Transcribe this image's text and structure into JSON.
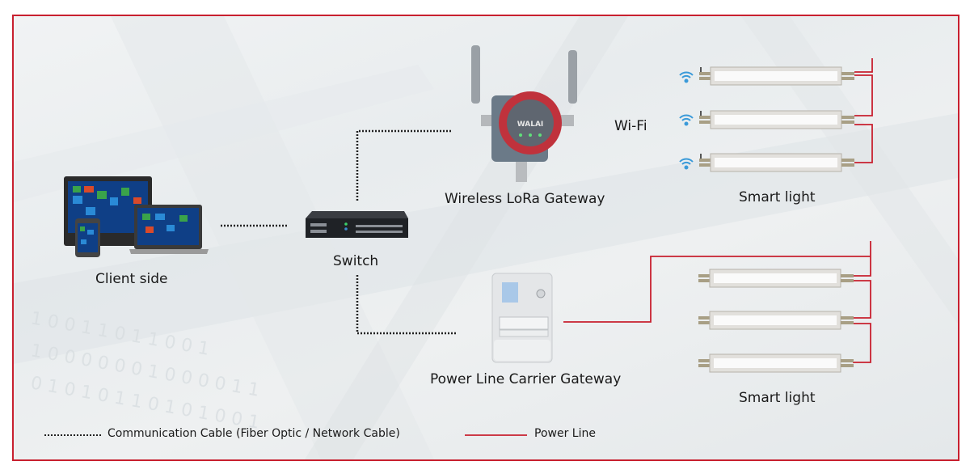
{
  "diagram": {
    "nodes": {
      "client": {
        "label": "Client side"
      },
      "switch": {
        "label": "Switch"
      },
      "lora_gateway": {
        "label": "Wireless LoRa Gateway",
        "brand_text": "WALAI"
      },
      "plc_gateway": {
        "label": "Power Line Carrier Gateway"
      },
      "smart_light_top": {
        "label": "Smart light",
        "count": 3
      },
      "smart_light_bottom": {
        "label": "Smart light",
        "count": 3
      }
    },
    "link_labels": {
      "wifi": "Wi-Fi"
    },
    "edges": [
      {
        "from": "client",
        "to": "switch",
        "type": "communication"
      },
      {
        "from": "switch",
        "to": "lora_gateway",
        "type": "communication"
      },
      {
        "from": "switch",
        "to": "plc_gateway",
        "type": "communication"
      },
      {
        "from": "lora_gateway",
        "to": "smart_light_top",
        "type": "wifi"
      },
      {
        "from": "plc_gateway",
        "to": "smart_light_bottom",
        "type": "power"
      }
    ],
    "legend": {
      "communication": "Communication Cable (Fiber Optic / Network Cable)",
      "power": "Power Line"
    },
    "colors": {
      "frame": "#c8202f",
      "power_line": "#c8202f",
      "communication_line": "#222222",
      "wifi_icon": "#3a9ad9",
      "gateway_ring": "#c0323c"
    }
  }
}
